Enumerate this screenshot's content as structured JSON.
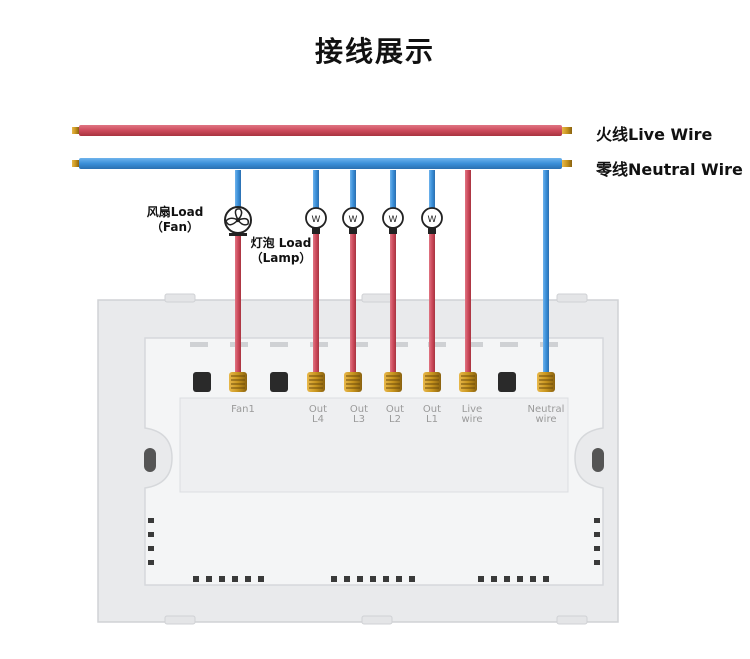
{
  "title": "接线展示",
  "wires": {
    "live": "火线Live Wire",
    "neutral": "零线Neutral Wire"
  },
  "loads": {
    "fan_line1": "风扇Load",
    "fan_line2": "（Fan）",
    "lamp_line1": "灯泡 Load",
    "lamp_line2": "（Lamp）"
  },
  "terminals": [
    {
      "line1": "Fan1",
      "line2": ""
    },
    {
      "line1": "Out",
      "line2": "L4"
    },
    {
      "line1": "Out",
      "line2": "L3"
    },
    {
      "line1": "Out",
      "line2": "L2"
    },
    {
      "line1": "Out",
      "line2": "L1"
    },
    {
      "line1": "Live",
      "line2": "wire"
    },
    {
      "line1": "Neutral",
      "line2": "wire"
    }
  ],
  "bulb_symbol": "W",
  "colors": {
    "live_wire": "#cd4a5c",
    "neutral_wire": "#3a8fd9",
    "panel": "#e9eaec",
    "panel_border": "#d0d2d5",
    "terminal_brass": "#c8951e",
    "terminal_dark": "#2a2a2a"
  }
}
